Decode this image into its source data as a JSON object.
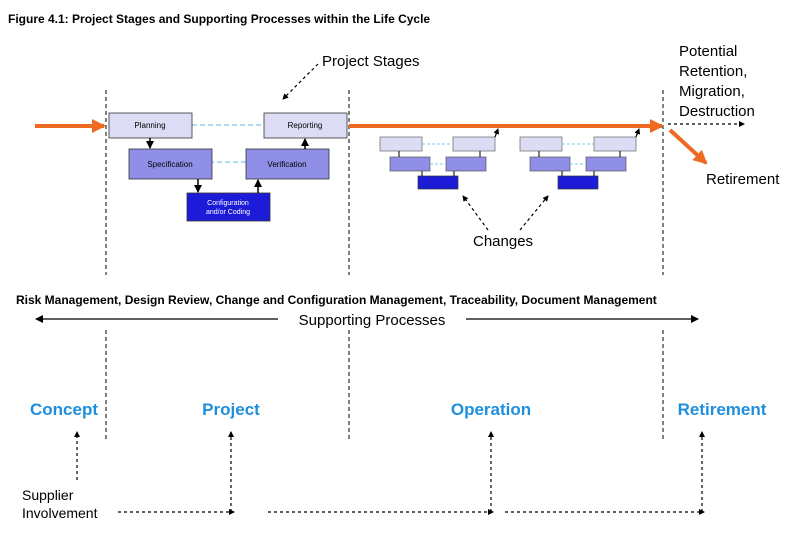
{
  "figure_title": "Figure 4.1: Project Stages and Supporting Processes within the Life Cycle",
  "labels": {
    "project_stages": "Project Stages",
    "potential_retention": [
      "Potential",
      "Retention,",
      "Migration,",
      "Destruction"
    ],
    "retirement_path": "Retirement",
    "changes": "Changes",
    "processes_list": "Risk Management, Design Review, Change and Configuration Management, Traceability, Document Management",
    "supporting_processes": "Supporting Processes",
    "supplier_involvement": [
      "Supplier",
      "Involvement"
    ]
  },
  "stage_boxes": {
    "planning": "Planning",
    "reporting": "Reporting",
    "specification": "Specification",
    "verification": "Verification",
    "config_coding": [
      "Configuration",
      "and/or Coding"
    ]
  },
  "phases": {
    "concept": "Concept",
    "project": "Project",
    "operation": "Operation",
    "retirement": "Retirement"
  },
  "colors": {
    "lifecycle_arrow": "#ee6a22",
    "phase_label": "#1f8fdc",
    "box_light": "#dcdcf5",
    "box_mid": "#8f8fe8",
    "box_dark": "#1c1cd8",
    "dashed_connector": "#7fc8e8"
  }
}
